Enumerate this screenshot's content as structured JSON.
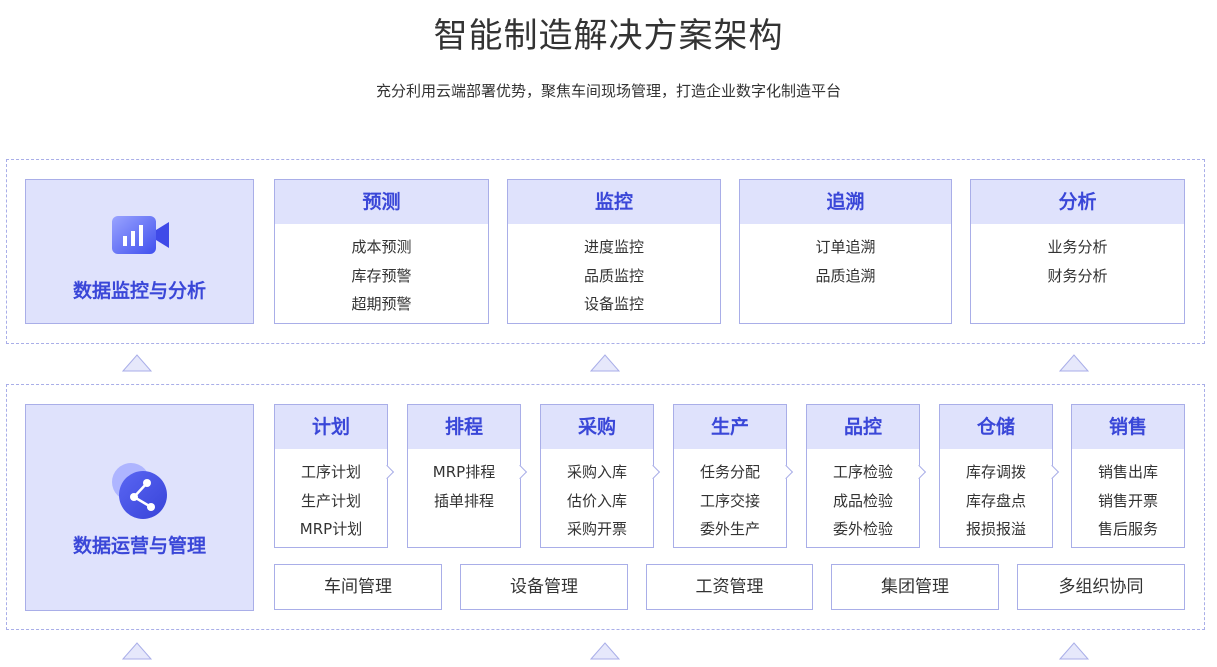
{
  "header": {
    "title": "智能制造解决方案架构",
    "subtitle": "充分利用云端部署优势，聚焦车间现场管理，打造企业数字化制造平台"
  },
  "analytics_layer": {
    "label": "数据监控与分析",
    "icon": "video-chart-icon",
    "cards": [
      {
        "title": "预测",
        "items": [
          "成本预测",
          "库存预警",
          "超期预警"
        ]
      },
      {
        "title": "监控",
        "items": [
          "进度监控",
          "品质监控",
          "设备监控"
        ]
      },
      {
        "title": "追溯",
        "items": [
          "订单追溯",
          "品质追溯"
        ]
      },
      {
        "title": "分析",
        "items": [
          "业务分析",
          "财务分析"
        ]
      }
    ]
  },
  "operations_layer": {
    "label": "数据运营与管理",
    "icon": "share-network-icon",
    "cards": [
      {
        "title": "计划",
        "items": [
          "工序计划",
          "生产计划",
          "MRP计划"
        ]
      },
      {
        "title": "排程",
        "items": [
          "MRP排程",
          "插单排程"
        ]
      },
      {
        "title": "采购",
        "items": [
          "采购入库",
          "估价入库",
          "采购开票"
        ]
      },
      {
        "title": "生产",
        "items": [
          "任务分配",
          "工序交接",
          "委外生产"
        ]
      },
      {
        "title": "品控",
        "items": [
          "工序检验",
          "成品检验",
          "委外检验"
        ]
      },
      {
        "title": "仓储",
        "items": [
          "库存调拨",
          "库存盘点",
          "报损报溢"
        ]
      },
      {
        "title": "销售",
        "items": [
          "销售出库",
          "销售开票",
          "售后服务"
        ]
      }
    ],
    "modules": [
      "车间管理",
      "设备管理",
      "工资管理",
      "集团管理",
      "多组织协同"
    ]
  },
  "colors": {
    "accent": "#3a47d8",
    "header_fill": "#dfe2fc",
    "border": "#a9aee8"
  }
}
